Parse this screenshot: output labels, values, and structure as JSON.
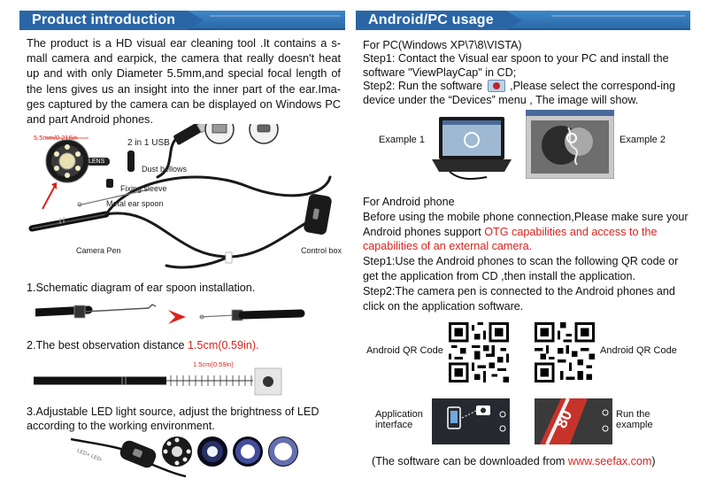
{
  "header_left": {
    "title": "Product introduction"
  },
  "header_right": {
    "title": "Android/PC usage"
  },
  "intro": {
    "text": "The product is a HD visual ear cleaning tool .It contains a s-mall camera and earpick, the camera that really doesn't heat up and with only Diameter 5.5mm,and special focal length of the lens gives us an insight into the inner part of the ear.Ima-ges captured by the camera can be displayed on Windows PC and part Android phones."
  },
  "diagram": {
    "lens_size": "5.5mm/0.216in",
    "lens": "LENS",
    "usb": "2 in 1 USB",
    "dust_bellows": "Dust bellows",
    "fixing_sleeve": "Fixing sleeve",
    "metal_ear_spoon": "Metal ear spoon",
    "camera_pen": "Camera Pen",
    "control_box": "Control box"
  },
  "section1": {
    "text": "1.Schematic diagram of ear spoon installation."
  },
  "section2": {
    "text": "2.The best observation distance ",
    "highlight": "1.5cm(0.59in).",
    "ruler_label": "1.5cm(0.59in)"
  },
  "section3": {
    "text": "3.Adjustable LED light source, adjust the brightness of LED according to the working environment.",
    "switch_label": "LED+ LED-"
  },
  "pc": {
    "line1": "For PC(Windows XP\\7\\8\\VISTA)",
    "step1": "Step1: Contact the Visual ear spoon to your PC and install the software \"ViewPlayCap\" in CD;",
    "step2a": "Step2: Run the software",
    "step2b": ",Please select the correspond-ing device under the “Devices” menu , The image will show.",
    "example1": "Example 1",
    "example2": "Example 2"
  },
  "android": {
    "heading": "For Android phone",
    "intro_a": "Before using the mobile phone connection,Please make sure your Android phones support ",
    "intro_red": "OTG capabilities and access to the capabilities of an external camera.",
    "step1": "Step1:Use the Android phones to scan the following QR code or get the application from CD ,then install the application.",
    "step2": "Step2:The camera pen is connected to the Android phones and click on the application software.",
    "qr_left_label": "Android QR Code",
    "qr_right_label": "Android QR Code",
    "app_interface": "Application interface",
    "run_example": "Run the example"
  },
  "download": {
    "prefix": "(The software can be downloaded from ",
    "url": "www.seefax.com",
    "suffix": ")"
  },
  "colors": {
    "accent": "#2a66a6",
    "highlight": "#d8231e"
  }
}
